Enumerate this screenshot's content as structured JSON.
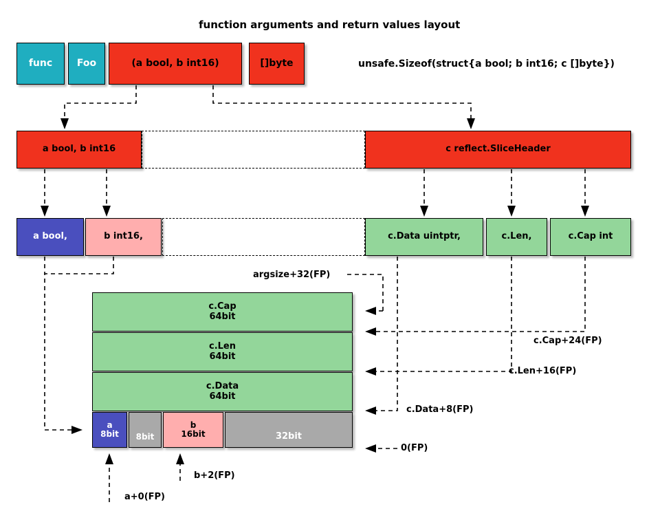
{
  "diagram": {
    "title": "function arguments and return values layout",
    "sizeof_expression": "unsafe.Sizeof(struct{a bool; b int16; c []byte})",
    "colors": {
      "teal": "#1FAEC0",
      "red": "#F0321E",
      "green": "#93D69A",
      "blue": "#4A4FBE",
      "pink": "#FFAEAE",
      "gray": "#A9A9A9",
      "stroke": "#000000",
      "background": "#FFFFFF"
    },
    "row1": {
      "name": "signature-row",
      "boxes": [
        {
          "label": "func",
          "color": "teal",
          "text_color": "#FFFFFF"
        },
        {
          "label": "Foo",
          "color": "teal",
          "text_color": "#FFFFFF"
        },
        {
          "label": "(a bool, b int16)",
          "color": "red",
          "text_color": "#000000"
        },
        {
          "label": "[]byte",
          "color": "red",
          "text_color": "#000000"
        }
      ]
    },
    "row2": {
      "name": "argument-frame-row",
      "boxes": [
        {
          "label": "a bool, b int16",
          "color": "red",
          "text_color": "#000000"
        },
        {
          "label": "",
          "color": "dashed",
          "text_color": "#000000"
        },
        {
          "label": "c reflect.SliceHeader",
          "color": "red",
          "text_color": "#000000"
        }
      ]
    },
    "row3": {
      "name": "field-decomposition-row",
      "boxes": [
        {
          "label": "a bool,",
          "color": "blue",
          "text_color": "#FFFFFF"
        },
        {
          "label": "b int16,",
          "color": "pink",
          "text_color": "#000000"
        },
        {
          "label": "",
          "color": "dashed",
          "text_color": "#000000"
        },
        {
          "label": "c.Data uintptr,",
          "color": "green",
          "text_color": "#000000"
        },
        {
          "label": "c.Len,",
          "color": "green",
          "text_color": "#000000"
        },
        {
          "label": "c.Cap int",
          "color": "green",
          "text_color": "#000000"
        }
      ]
    },
    "stack": {
      "name": "stack-frame-layout",
      "slots": [
        {
          "label": "c.Cap",
          "size": "64bit",
          "color": "green",
          "text_color": "#000000"
        },
        {
          "label": "c.Len",
          "size": "64bit",
          "color": "green",
          "text_color": "#000000"
        },
        {
          "label": "c.Data",
          "size": "64bit",
          "color": "green",
          "text_color": "#000000"
        }
      ],
      "bottom_slots": [
        {
          "label": "a",
          "size": "8bit",
          "color": "blue",
          "text_color": "#FFFFFF"
        },
        {
          "label": "",
          "size": "8bit",
          "color": "gray",
          "text_color": "#FFFFFF"
        },
        {
          "label": "b",
          "size": "16bit",
          "color": "pink",
          "text_color": "#000000"
        },
        {
          "label": "",
          "size": "32bit",
          "color": "gray",
          "text_color": "#FFFFFF"
        }
      ]
    },
    "offsets": {
      "argsize": "argsize+32(FP)",
      "cap": "c.Cap+24(FP)",
      "len": "c.Len+16(FP)",
      "data": "c.Data+8(FP)",
      "zero": "0(FP)",
      "b_offset": "b+2(FP)",
      "a_offset": "a+0(FP)"
    }
  }
}
